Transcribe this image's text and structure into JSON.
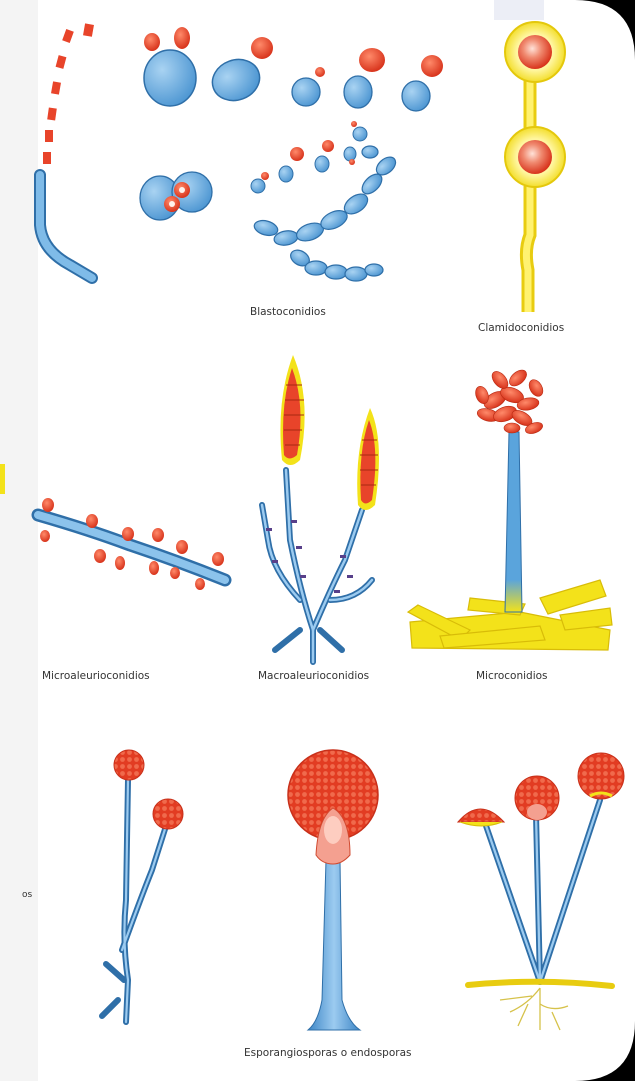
{
  "figure": {
    "background_color": "#ffffff",
    "frame_color": "#000000",
    "colors": {
      "hypha": "#5aa4dc",
      "hypha_dark": "#2f6fa8",
      "spore": "#e8442a",
      "spore_highlight": "#f7b8a6",
      "chlamydospore_wall": "#f3e21a",
      "substrate": "#f3e21a",
      "side_spot": "#58408a"
    },
    "labels": {
      "blastoconidios": "Blastoconidios",
      "clamidoconidios": "Clamidoconidios",
      "microaleurioconidios": "Microaleurioconidios",
      "macroaleurioconidios": "Macroaleurioconidios",
      "microconidios": "Microconidios",
      "cut_label": "os",
      "esporangiosporas": "Esporangiosporas o endosporas"
    }
  }
}
